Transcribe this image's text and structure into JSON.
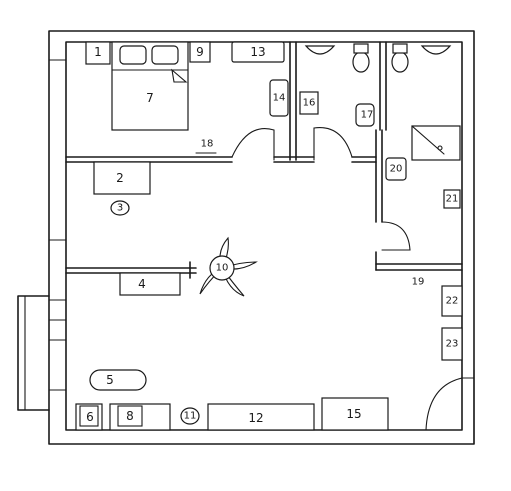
{
  "plan": {
    "labels": {
      "l1": "1",
      "l2": "2",
      "l3": "3",
      "l4": "4",
      "l5": "5",
      "l6": "6",
      "l7": "7",
      "l8": "8",
      "l9": "9",
      "l10": "10",
      "l11": "11",
      "l12": "12",
      "l13": "13",
      "l14": "14",
      "l15": "15",
      "l16": "16",
      "l17": "17",
      "l18": "18",
      "l19": "19",
      "l20": "20",
      "l21": "21",
      "l22": "22",
      "l23": "23"
    }
  }
}
